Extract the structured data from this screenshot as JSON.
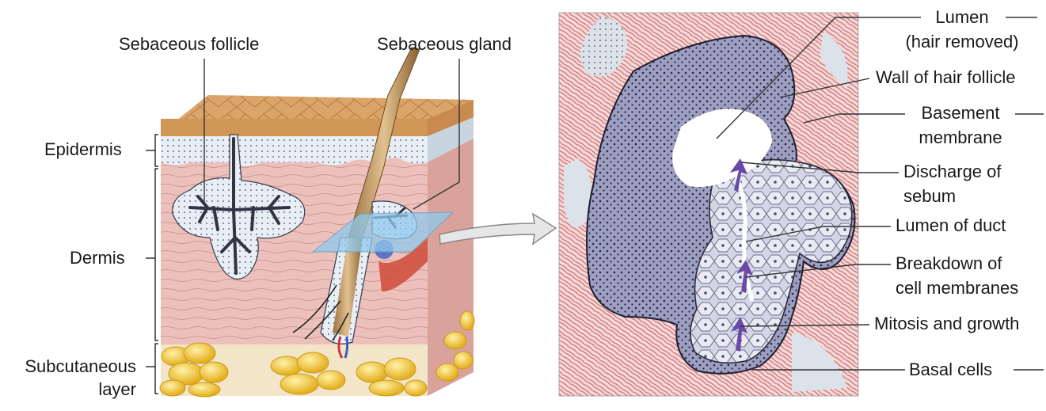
{
  "left_panel": {
    "top_labels": {
      "sebaceous_follicle": "Sebaceous follicle",
      "sebaceous_gland": "Sebaceous gland"
    },
    "layer_labels": {
      "epidermis": "Epidermis",
      "dermis": "Dermis",
      "subcutaneous_line1": "Subcutaneous",
      "subcutaneous_line2": "layer"
    }
  },
  "right_panel": {
    "labels": {
      "lumen_line1": "Lumen",
      "lumen_line2": "(hair removed)",
      "wall_of_hair_follicle": "Wall of hair follicle",
      "basement_line1": "Basement",
      "basement_line2": "membrane",
      "discharge_line1": "Discharge of",
      "discharge_line2": "sebum",
      "lumen_of_duct": "Lumen of duct",
      "breakdown_line1": "Breakdown of",
      "breakdown_line2": "cell membranes",
      "mitosis_and_growth": "Mitosis and growth",
      "basal_cells": "Basal cells"
    }
  },
  "colors": {
    "skin_surface": "#d9a064",
    "epidermis": "#e7eef4",
    "dermis": "#ecc1bb",
    "fat": "#f2cc45",
    "gland_dark": "#3a3a4a",
    "follicle_wall": "#7d7fa6",
    "muscle_pink": "#e8a9a6",
    "arrow_purple": "#6a4aa8",
    "section_plane": "#8fc9ec"
  }
}
